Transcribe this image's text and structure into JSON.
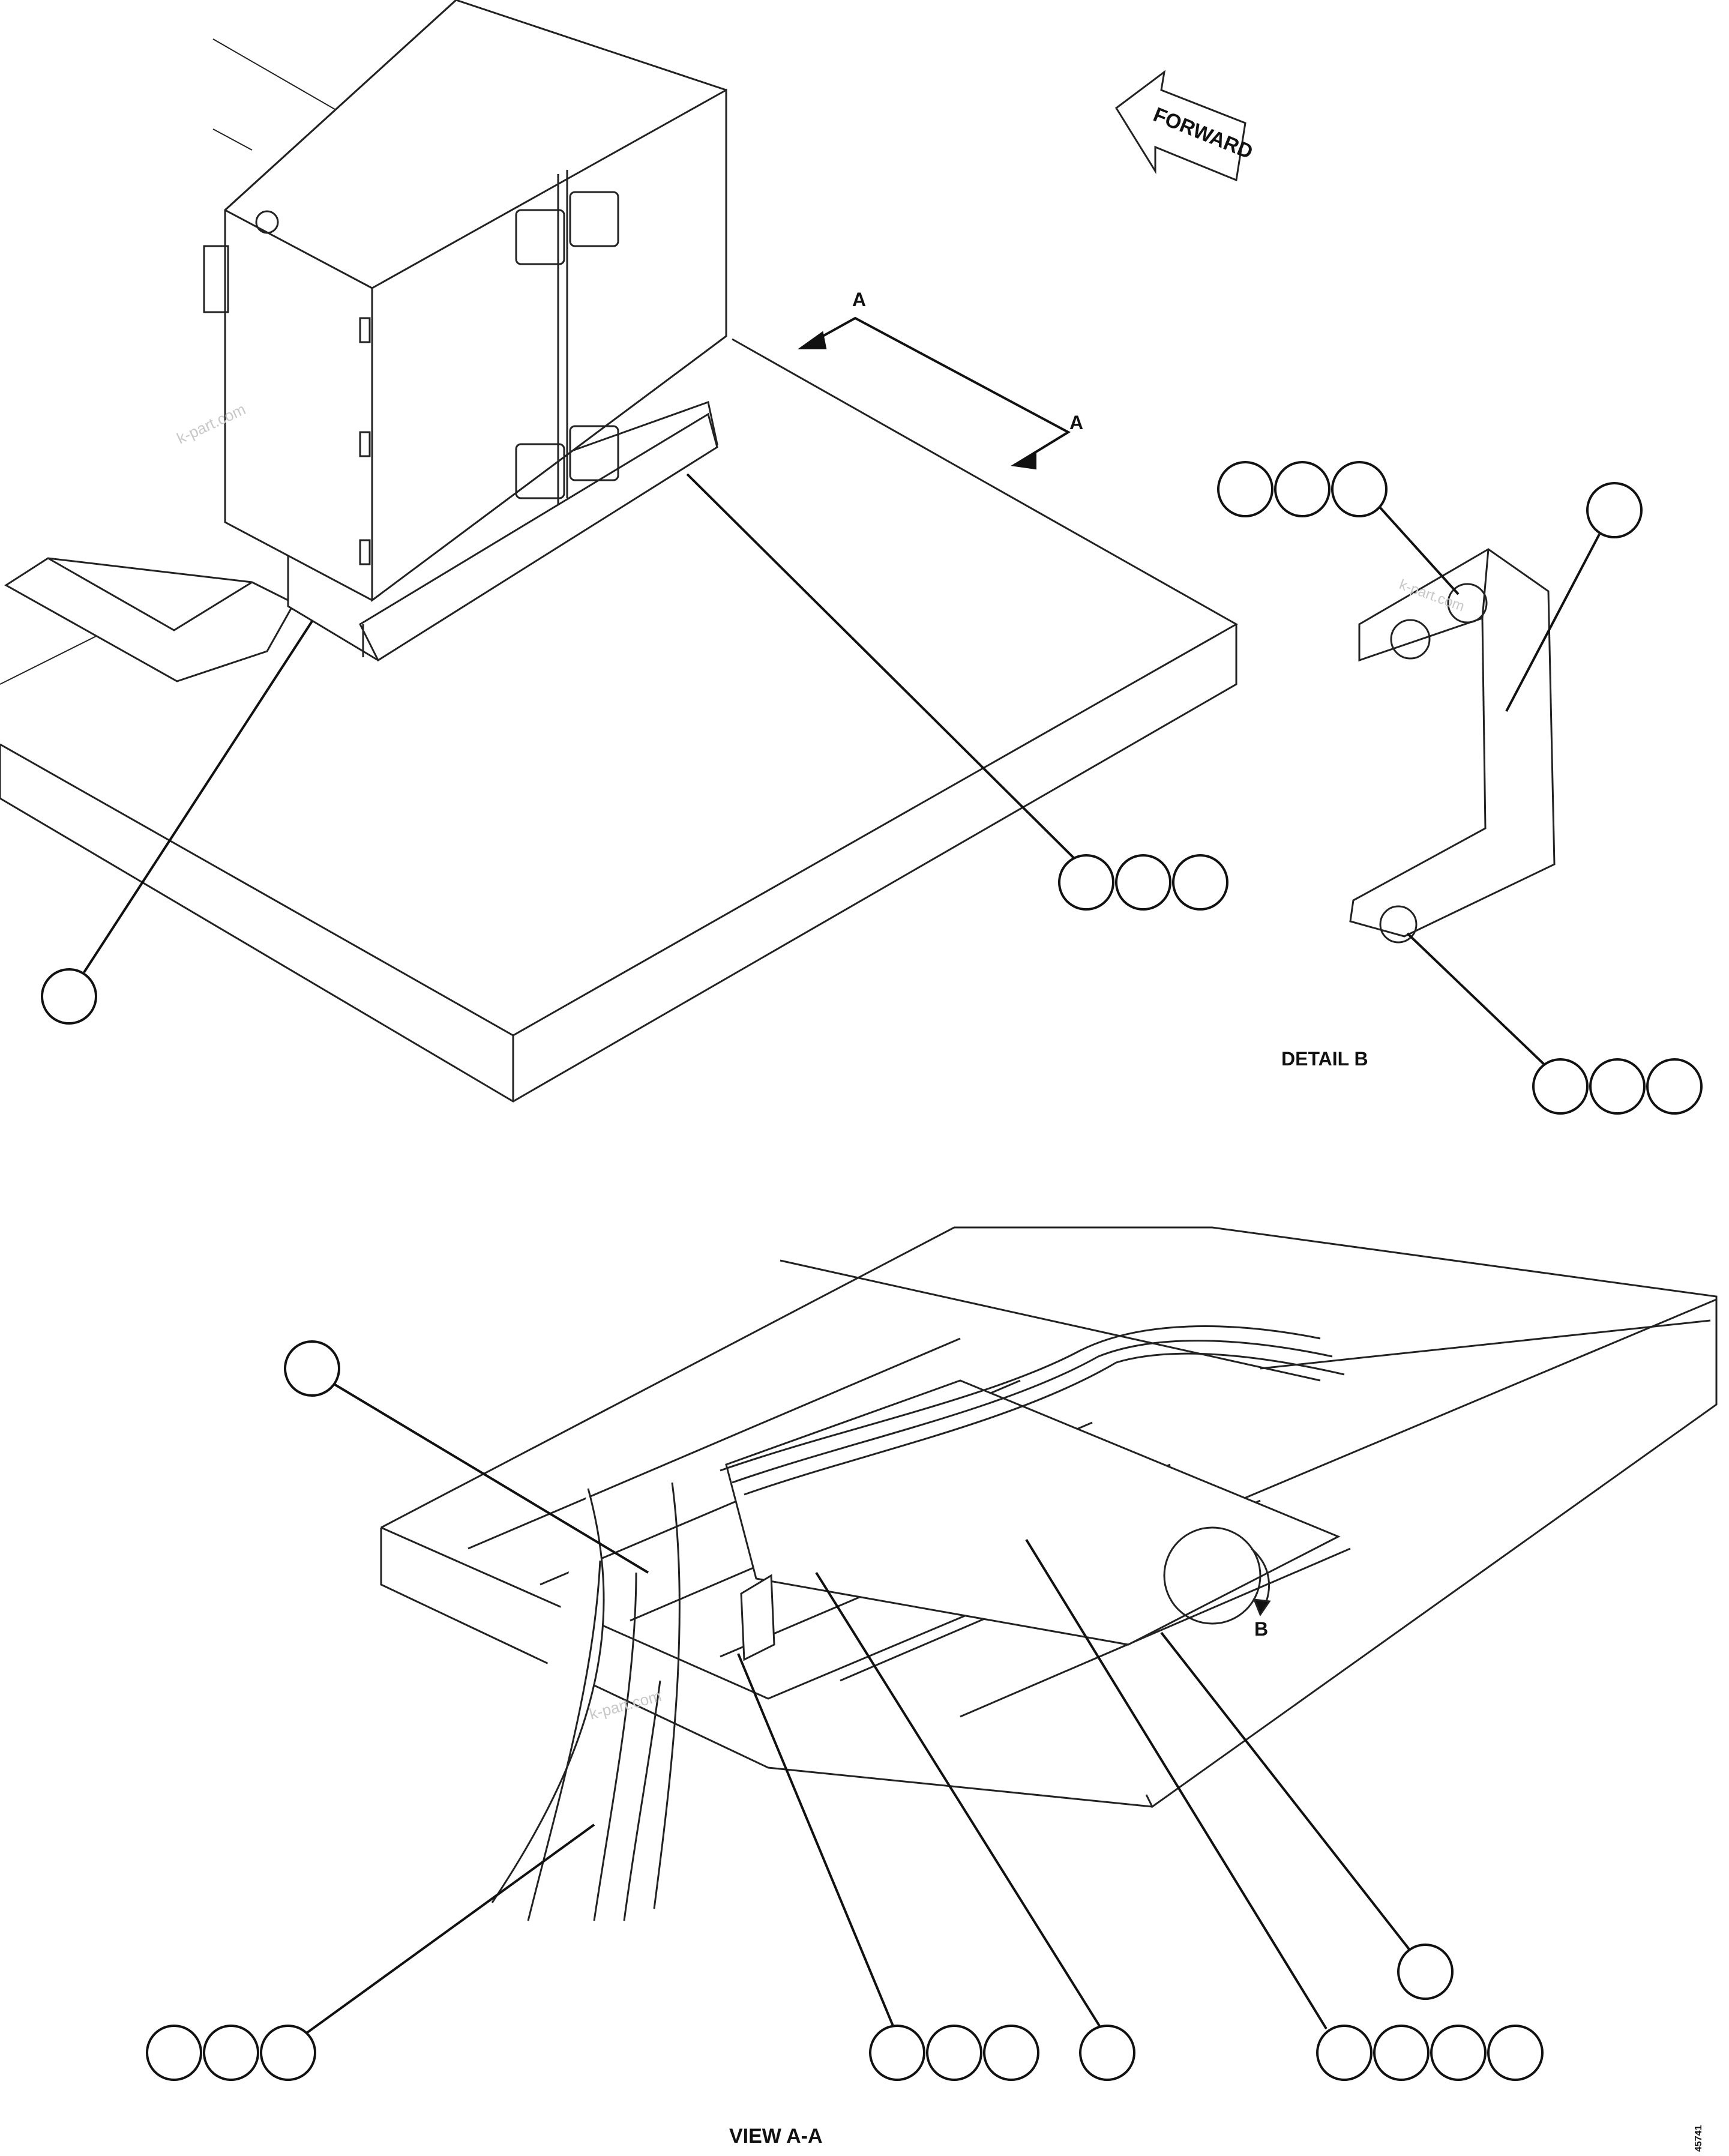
{
  "top_view": {
    "forward_label": "FORWARD",
    "section_marker_1": "A",
    "section_marker_2": "A",
    "watermark": "k-part.com"
  },
  "detail_b": {
    "caption": "DETAIL B",
    "watermark": "k-part.com"
  },
  "view_aa": {
    "caption": "VIEW A-A",
    "detail_marker": "B",
    "watermark": "k-part.com",
    "sheet_code": "45741"
  },
  "callout_groups": [
    {
      "id": "top-bracket-left",
      "bubbles": 1
    },
    {
      "id": "top-bracket-right",
      "bubbles": 3
    },
    {
      "id": "detail-upper-bolts",
      "bubbles": 3
    },
    {
      "id": "detail-bracket",
      "bubbles": 1
    },
    {
      "id": "detail-lower-bolt",
      "bubbles": 3
    },
    {
      "id": "view-cover",
      "bubbles": 1
    },
    {
      "id": "view-clamp",
      "bubbles": 1
    },
    {
      "id": "view-harness-clips",
      "bubbles": 3
    },
    {
      "id": "view-bracket-fasteners",
      "bubbles": 3
    },
    {
      "id": "view-panel",
      "bubbles": 1
    },
    {
      "id": "view-panel-fasteners",
      "bubbles": 4
    }
  ]
}
